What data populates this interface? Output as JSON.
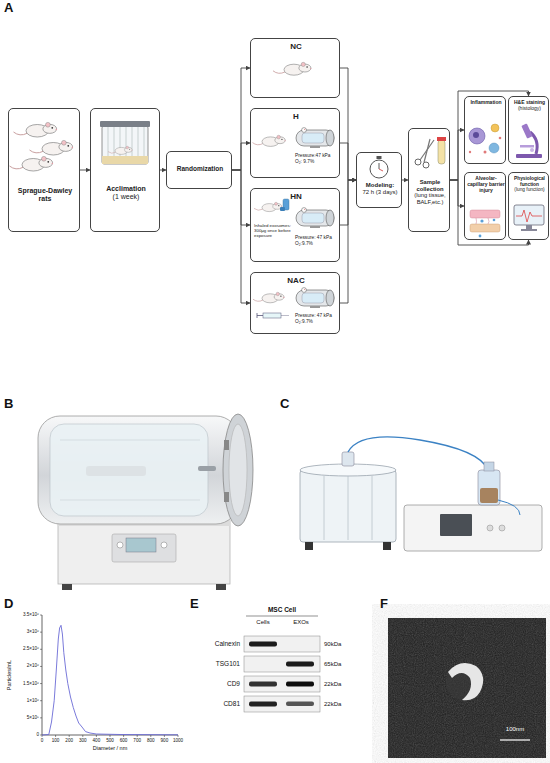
{
  "diagram": {
    "nodes": [
      {
        "text": [
          "Sprague-Dawley rats"
        ]
      },
      {
        "text": [
          "Acclimation",
          "(1 week)"
        ]
      },
      {
        "text": [
          "Randomization"
        ]
      },
      {
        "text": [
          "NC"
        ]
      },
      {
        "text": [
          "H",
          "Pressure:47 kPa",
          "O₂: 9.7%"
        ]
      },
      {
        "text": [
          "HN",
          "Inhaled exosomes: 300μg once before exposure",
          "Pressure: 47 kPa",
          "O₂:9.7%"
        ]
      },
      {
        "text": [
          "NAC",
          "Pressure: 47 kPa",
          "O₂:9.7%"
        ]
      },
      {
        "text": [
          "Modeling:",
          "72 h (3 days)"
        ]
      },
      {
        "text": [
          "Sample collection",
          "(lung tissue, BALF,etc.)"
        ]
      },
      {
        "text": [
          "Inflammation"
        ]
      },
      {
        "text": [
          "H&E staining",
          "(histology)"
        ]
      },
      {
        "text": [
          "Alveolar-capillary barrier injury"
        ]
      },
      {
        "text": [
          "Physiological function",
          "(lung function)"
        ]
      }
    ],
    "edges": [
      {
        "from": 0,
        "to": 1,
        "arrow": "to"
      },
      {
        "from": 1,
        "to": 2,
        "arrow": "to"
      },
      {
        "from": 2,
        "to": 3,
        "arrow": "to"
      },
      {
        "from": 2,
        "to": 4,
        "arrow": "to"
      },
      {
        "from": 2,
        "to": 5,
        "arrow": "to"
      },
      {
        "from": 2,
        "to": 6,
        "arrow": "to"
      },
      {
        "from": 3,
        "to": 7,
        "arrow": "to"
      },
      {
        "from": 4,
        "to": 7,
        "arrow": "to"
      },
      {
        "from": 5,
        "to": 7,
        "arrow": "to"
      },
      {
        "from": 6,
        "to": 7,
        "arrow": "to"
      },
      {
        "from": 7,
        "to": 8,
        "arrow": "to"
      },
      {
        "from": 8,
        "to": 9,
        "arrow": "to"
      },
      {
        "from": 8,
        "to": 10,
        "arrow": "to"
      },
      {
        "from": 8,
        "to": 11,
        "arrow": "to"
      },
      {
        "from": 8,
        "to": 12,
        "arrow": "to"
      }
    ],
    "labels": [
      "A",
      "B",
      "C",
      "D",
      "E",
      "F",
      "3.5×10⁶",
      "3×10⁶",
      "2.5×10⁶",
      "2×10⁶",
      "1.5×10⁶",
      "1×10⁶",
      "5×10⁵",
      "0",
      "Particles/mL",
      "0",
      "100",
      "200",
      "300",
      "400",
      "500",
      "600",
      "700",
      "800",
      "900",
      "1000",
      "Diameter / nm",
      "MSC Cell",
      "Cells",
      "EXOs",
      "Calnexin",
      "TSG101",
      "CD9",
      "CD81",
      "90kDa",
      "65kDa",
      "22kDa",
      "22kDa",
      "100nm"
    ]
  }
}
